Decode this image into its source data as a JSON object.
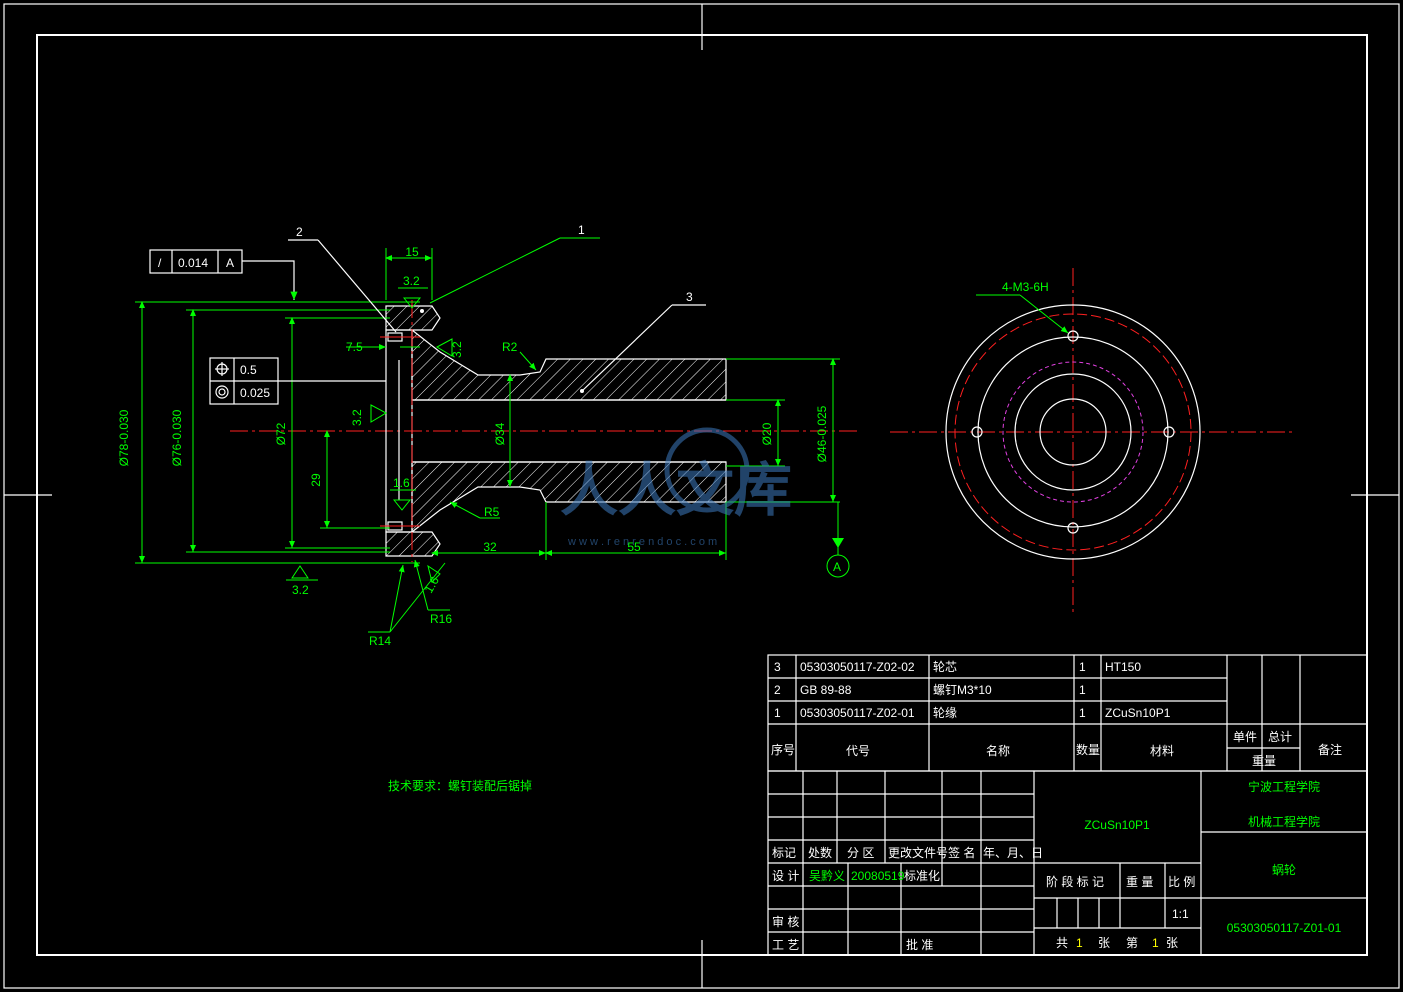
{
  "colors": {
    "background": "#000000",
    "frame": "#ffffff",
    "dimension": "#00ff00",
    "centerline": "#ff2020",
    "hatch": "#ffffff",
    "pitch_circle": "#e040e0",
    "title_text": "#00ff00",
    "value_text": "#ffff00"
  },
  "tech_requirement": "技术要求：螺钉装配后锯掉",
  "watermark": {
    "text": "人人文库",
    "url": "w w w . r e n r e n d o c . c o m"
  },
  "balloons": {
    "b1": "1",
    "b2": "2",
    "b3": "3"
  },
  "tolerances": {
    "runout_symbol": "/",
    "runout_value": "0.014",
    "runout_datum": "A",
    "position_value": "0.5",
    "concentricity_value": "0.025",
    "datum_label": "A"
  },
  "dims": {
    "d15": "15",
    "r32a": "3.2",
    "r32b": "3.2",
    "r32c": "3.2",
    "r32d": "3.2",
    "d75": "7.5",
    "r16a": "1.6",
    "r16b": "1.6",
    "d78": "Ø78-0.030",
    "d76": "Ø76-0.030",
    "d72": "Ø72",
    "d29": "29",
    "d34": "Ø34",
    "d20": "Ø20",
    "d46": "Ø46-0.025",
    "R2": "R2",
    "R5": "R5",
    "R14": "R14",
    "R16": "R16",
    "d32": "32",
    "d55": "55",
    "thread": "4-M3-6H"
  },
  "bom": {
    "rows": [
      {
        "no": "3",
        "code": "05303050117-Z02-02",
        "name": "轮芯",
        "qty": "1",
        "material": "HT150"
      },
      {
        "no": "2",
        "code": "GB 89-88",
        "name": "螺钉M3*10",
        "qty": "1",
        "material": ""
      },
      {
        "no": "1",
        "code": "05303050117-Z02-01",
        "name": "轮缘",
        "qty": "1",
        "material": "ZCuSn10P1"
      }
    ],
    "header": {
      "no": "序号",
      "code": "代号",
      "name": "名称",
      "qty": "数量",
      "material": "材料",
      "unit": "单件",
      "total": "总计",
      "weight": "重量",
      "remark": "备注"
    }
  },
  "title_block": {
    "material": "ZCuSn10P1",
    "school": "宁波工程学院",
    "college": "机械工程学院",
    "part_name": "蜗轮",
    "drawing_no": "05303050117-Z01-01",
    "labels": {
      "mark": "标记",
      "count": "处数",
      "zone": "分 区",
      "doc": "更改文件号",
      "sign": "签 名",
      "date": "年、月、日",
      "design": "设 计",
      "standardize": "标准化",
      "review": "审 核",
      "process": "工 艺",
      "approve": "批 准",
      "stage": "阶 段 标 记",
      "weight": "重 量",
      "scale": "比 例",
      "sheets_pre": "共",
      "sheets_mid": "张",
      "sheet_pre": "第",
      "sheet_post": "张"
    },
    "designer": "吴黔义",
    "design_date": "20080519",
    "scale": "1:1",
    "total_sheets": "1",
    "sheet_no": "1"
  }
}
